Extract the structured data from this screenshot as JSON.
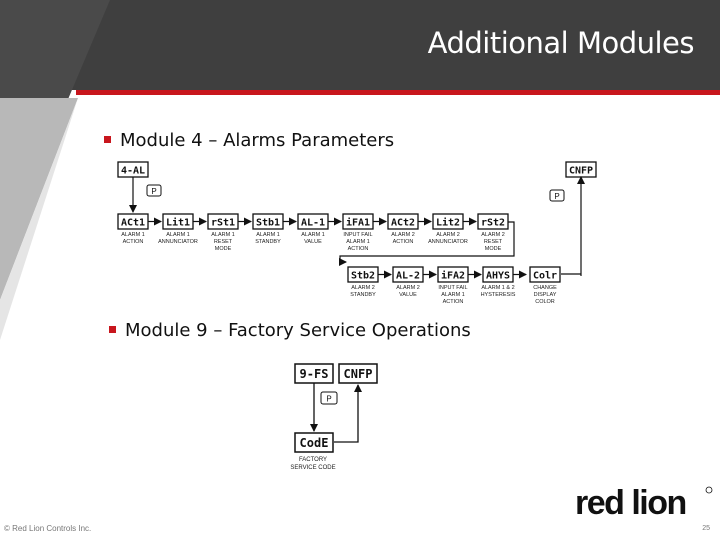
{
  "slide": {
    "title": "Additional Modules",
    "section1_heading": "Module 4 – Alarms Parameters",
    "section2_heading": "Module 9 – Factory Service Operations",
    "footer_copyright": "© Red Lion Controls Inc.",
    "page_number": "25",
    "logo_text": "red lion",
    "colors": {
      "header": "#3f3f3f",
      "accent_red": "#c8161d"
    }
  },
  "module4": {
    "start": "4-AL",
    "end": "CNFP",
    "p_key": "P",
    "row1": [
      {
        "code": "ACt1",
        "l1": "ALARM 1",
        "l2": "ACTION",
        "l3": ""
      },
      {
        "code": "Lit1",
        "l1": "ALARM 1",
        "l2": "ANNUNCIATOR",
        "l3": ""
      },
      {
        "code": "rSt1",
        "l1": "ALARM 1",
        "l2": "RESET",
        "l3": "MODE"
      },
      {
        "code": "Stb1",
        "l1": "ALARM 1",
        "l2": "STANDBY",
        "l3": ""
      },
      {
        "code": "AL-1",
        "l1": "ALARM 1",
        "l2": "VALUE",
        "l3": ""
      },
      {
        "code": "iFA1",
        "l1": "INPUT FAIL",
        "l2": "ALARM 1",
        "l3": "ACTION"
      },
      {
        "code": "ACt2",
        "l1": "ALARM 2",
        "l2": "ACTION",
        "l3": ""
      },
      {
        "code": "Lit2",
        "l1": "ALARM 2",
        "l2": "ANNUNCIATOR",
        "l3": ""
      },
      {
        "code": "rSt2",
        "l1": "ALARM 2",
        "l2": "RESET",
        "l3": "MODE"
      }
    ],
    "row2": [
      {
        "code": "Stb2",
        "l1": "ALARM 2",
        "l2": "STANDBY",
        "l3": ""
      },
      {
        "code": "AL-2",
        "l1": "ALARM 2",
        "l2": "VALUE",
        "l3": ""
      },
      {
        "code": "iFA2",
        "l1": "INPUT FAIL",
        "l2": "ALARM 1",
        "l3": "ACTION"
      },
      {
        "code": "AHYS",
        "l1": "ALARM 1 & 2",
        "l2": "HYSTERESIS",
        "l3": ""
      },
      {
        "code": "Colr",
        "l1": "CHANGE",
        "l2": "DISPLAY",
        "l3": "COLOR"
      }
    ]
  },
  "module9": {
    "start": "9-FS",
    "end": "CNFP",
    "p_key": "P",
    "box": "CodE",
    "l1": "FACTORY",
    "l2": "SERVICE CODE"
  }
}
